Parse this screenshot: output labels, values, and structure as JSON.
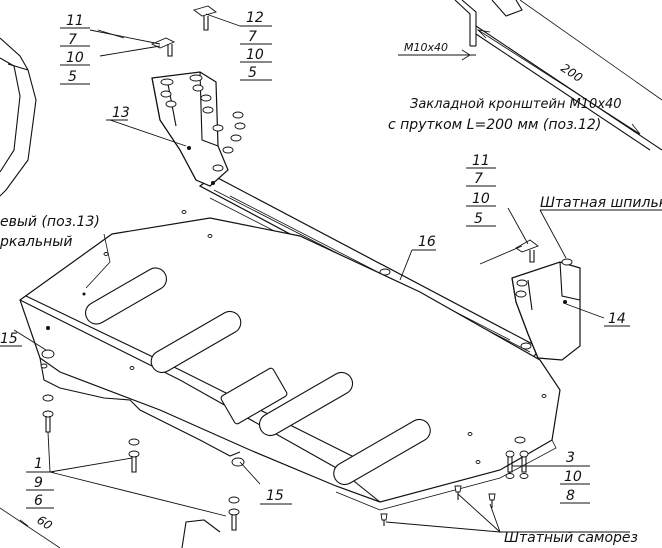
{
  "callouts": {
    "c11_top": "11",
    "c7_top": "7",
    "c10_top": "10",
    "c5_top": "5",
    "c12": "12",
    "c7_b": "7",
    "c10_b": "10",
    "c5_b": "5",
    "c13": "13",
    "c11_r": "11",
    "c7_r": "7",
    "c10_r": "10",
    "c5_r": "5",
    "c16": "16",
    "c14": "14",
    "c15_l": "15",
    "c15_b": "15",
    "c1": "1",
    "c9": "9",
    "c6": "6",
    "c3": "3",
    "c10_br": "10",
    "c8": "8"
  },
  "dims": {
    "m10x40": "M10x40",
    "len200": "200",
    "len60": "60"
  },
  "notes": {
    "embedded_line1": "Закладной кронштейн M10x40",
    "embedded_line2": "с прутком L=200 мм (поз.12)",
    "std_stud": "Штатная шпилька",
    "std_screw": "Штатный саморез",
    "left_frag1": "евый (поз.13)",
    "left_frag2": "ркальный"
  }
}
